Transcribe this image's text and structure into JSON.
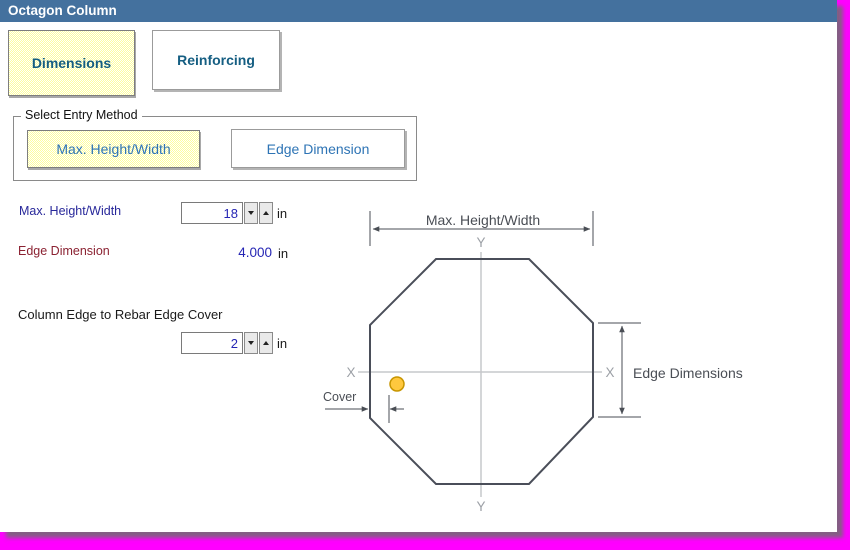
{
  "window": {
    "title": "Octagon Column"
  },
  "tabs": [
    {
      "label": "Dimensions",
      "selected": true
    },
    {
      "label": "Reinforcing",
      "selected": false
    }
  ],
  "entry_method": {
    "legend": "Select Entry Method",
    "options": [
      {
        "label": "Max. Height/Width",
        "selected": true
      },
      {
        "label": "Edge Dimension",
        "selected": false
      }
    ]
  },
  "fields": {
    "max_height_width": {
      "label": "Max. Height/Width",
      "value": "18",
      "unit": "in"
    },
    "edge_dimension": {
      "label": "Edge Dimension",
      "value": "4.000",
      "unit": "in"
    },
    "cover": {
      "label": "Column Edge to Rebar Edge Cover",
      "value": "2",
      "unit": "in"
    }
  },
  "diagram": {
    "top_dimension_label": "Max. Height/Width",
    "edge_dimensions_label": "Edge Dimensions",
    "cover_label": "Cover",
    "x_axis_label": "X",
    "y_axis_label": "Y"
  },
  "colors": {
    "titlebar": "#44719E",
    "tab_text": "#155E82",
    "option_text": "#2E74B5",
    "selected_checker_yellow": "#FFFF9C",
    "label_navy": "#28289A",
    "label_maroon": "#8B2232",
    "value_blue": "#2525B4",
    "octagon_stroke": "#4A4E59",
    "axis_gray": "#C6C8CB",
    "dimension_gray": "#4A4E55",
    "rebar_fill": "#FFC83E",
    "rebar_stroke": "#C79500",
    "background_key": "#FF00FF"
  }
}
